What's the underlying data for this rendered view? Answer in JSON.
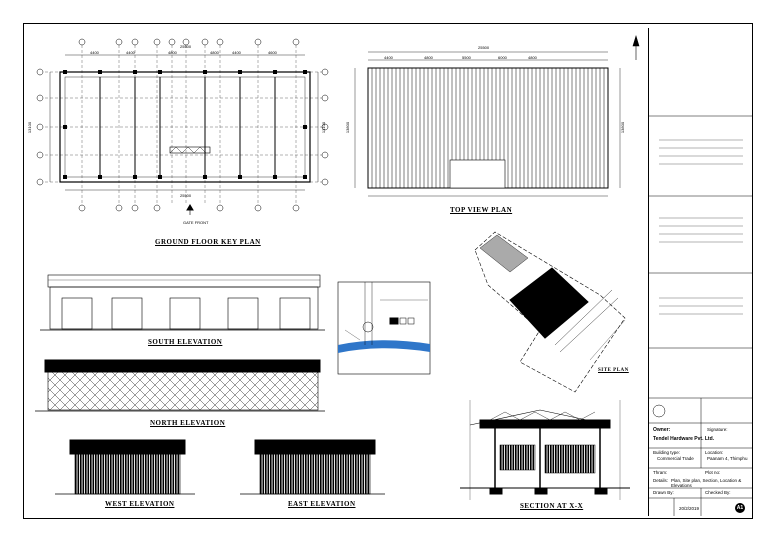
{
  "views": {
    "ground_floor": "GROUND FLOOR KEY PLAN",
    "top_view": "TOP VIEW PLAN",
    "south": "SOUTH ELEVATION",
    "north": "NORTH ELEVATION",
    "west": "WEST ELEVATION",
    "east": "EAST ELEVATION",
    "section": "SECTION AT X-X",
    "site": "SITE PLAN",
    "gate": "GATE FRONT"
  },
  "dims": {
    "overall": "25500",
    "gf_top": [
      "4400",
      "4400",
      "4800",
      "4800",
      "4400",
      "4600"
    ],
    "tv_top": [
      "4400",
      "4800",
      "5500",
      "6000",
      "4800"
    ],
    "side": "13100",
    "tv_side": "13800"
  },
  "title_block": {
    "owner_label": "Owner:",
    "owner": "Tendel Hardware Pvt. Ltd.",
    "signature_label": "Signature:",
    "building_type_label": "Building type:",
    "building_type": "Commercial Trade",
    "location_label": "Location:",
    "location": "Paanam 4, Thimphu",
    "thram_label": "Thram:",
    "plot_label": "Plot no:",
    "details_label": "Details:",
    "details": "Plan, Site plan, Section, Location & Elevations",
    "drawn_label": "Drawn By:",
    "checked_label": "Checked By:",
    "sheet": "A1",
    "date": "20/2/2019"
  }
}
